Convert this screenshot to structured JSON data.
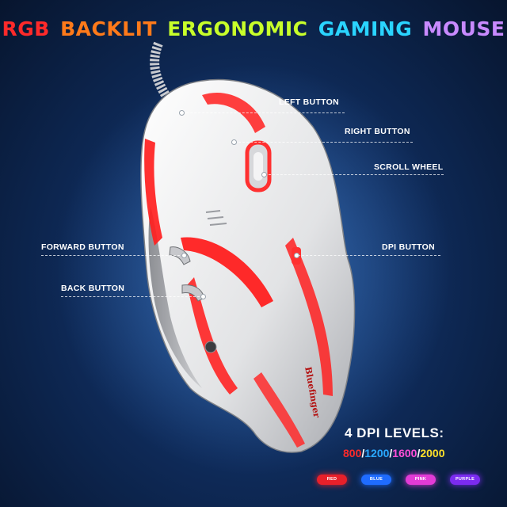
{
  "title": {
    "words": [
      {
        "text": "RGB",
        "color": "#ff2a2a"
      },
      {
        "text": "BACKLIT",
        "color": "#ff7a1a"
      },
      {
        "text": "ERGONOMIC",
        "color": "#c8ff2a"
      },
      {
        "text": "GAMING",
        "color": "#2ad4ff"
      },
      {
        "text": "MOUSE",
        "color": "#c88aff"
      }
    ]
  },
  "callouts": {
    "left_button": "LEFT BUTTON",
    "right_button": "RIGHT BUTTON",
    "scroll_wheel": "SCROLL WHEEL",
    "forward_button": "FORWARD BUTTON",
    "dpi_button": "DPI BUTTON",
    "back_button": "BACK BUTTON"
  },
  "mouse": {
    "brand": "Bluefinger",
    "shell_color": "#e9e9ea",
    "light_color": "#ff2020"
  },
  "dpi": {
    "heading": "4 DPI LEVELS:",
    "levels": [
      {
        "value": "800",
        "color": "#ff2a2a"
      },
      {
        "value": "1200",
        "color": "#2aa8ff"
      },
      {
        "value": "1600",
        "color": "#ff4fd8"
      },
      {
        "value": "2000",
        "color": "#ffe02a"
      }
    ],
    "swatches": [
      {
        "label": "RED",
        "color": "#e8202a"
      },
      {
        "label": "BLUE",
        "color": "#1f6cff"
      },
      {
        "label": "PINK",
        "color": "#e23bd6"
      },
      {
        "label": "PURPLE",
        "color": "#7b2bf0"
      }
    ]
  }
}
